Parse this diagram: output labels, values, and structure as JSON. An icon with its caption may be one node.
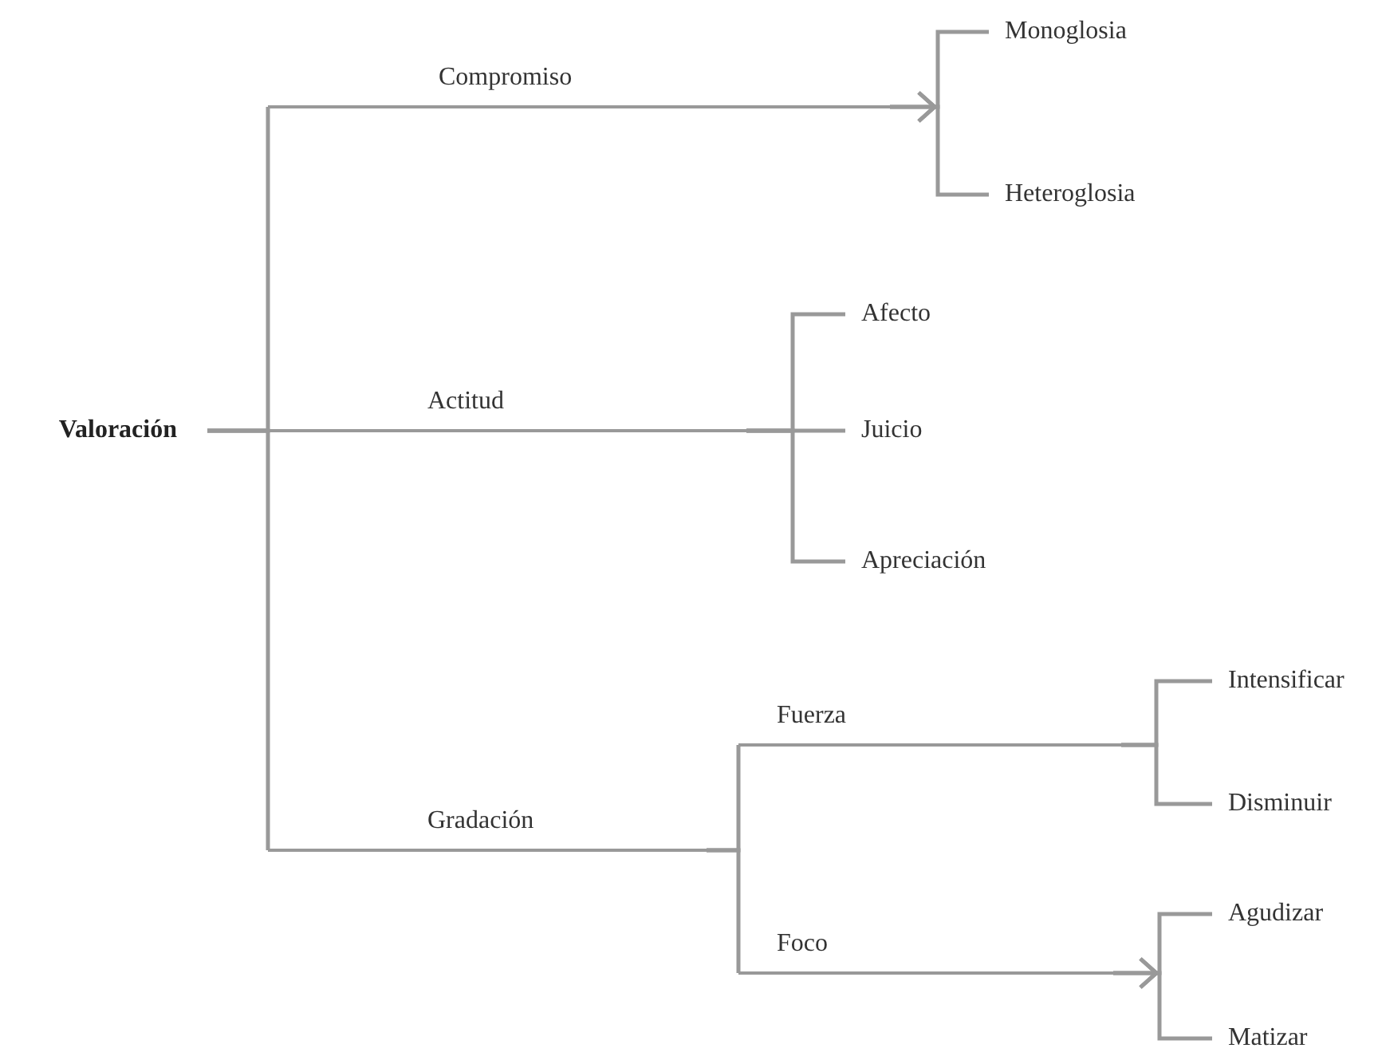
{
  "diagram": {
    "nodes": [
      {
        "text": [
          "Valoración"
        ]
      },
      {
        "text": [
          "Compromiso"
        ]
      },
      {
        "text": [
          "Monoglosia"
        ]
      },
      {
        "text": [
          "Heteroglosia"
        ]
      },
      {
        "text": [
          "Actitud"
        ]
      },
      {
        "text": [
          "Afecto"
        ]
      },
      {
        "text": [
          "Juicio"
        ]
      },
      {
        "text": [
          "Apreciación"
        ]
      },
      {
        "text": [
          "Gradación"
        ]
      },
      {
        "text": [
          "Fuerza"
        ]
      },
      {
        "text": [
          "Intensificar"
        ]
      },
      {
        "text": [
          "Disminuir"
        ]
      },
      {
        "text": [
          "Foco"
        ]
      },
      {
        "text": [
          "Agudizar"
        ]
      },
      {
        "text": [
          "Matizar"
        ]
      }
    ],
    "edges": [
      {
        "from": 0,
        "to": 1,
        "arrow": "none"
      },
      {
        "from": 1,
        "to": 2,
        "arrow": "to"
      },
      {
        "from": 1,
        "to": 3,
        "arrow": "to"
      },
      {
        "from": 0,
        "to": 4,
        "arrow": "none"
      },
      {
        "from": 4,
        "to": 5,
        "arrow": "none"
      },
      {
        "from": 4,
        "to": 6,
        "arrow": "none"
      },
      {
        "from": 4,
        "to": 7,
        "arrow": "none"
      },
      {
        "from": 0,
        "to": 8,
        "arrow": "none"
      },
      {
        "from": 8,
        "to": 9,
        "arrow": "none"
      },
      {
        "from": 8,
        "to": 12,
        "arrow": "none"
      },
      {
        "from": 9,
        "to": 10,
        "arrow": "none"
      },
      {
        "from": 9,
        "to": 11,
        "arrow": "none"
      },
      {
        "from": 12,
        "to": 13,
        "arrow": "to"
      },
      {
        "from": 12,
        "to": 14,
        "arrow": "to"
      }
    ]
  }
}
